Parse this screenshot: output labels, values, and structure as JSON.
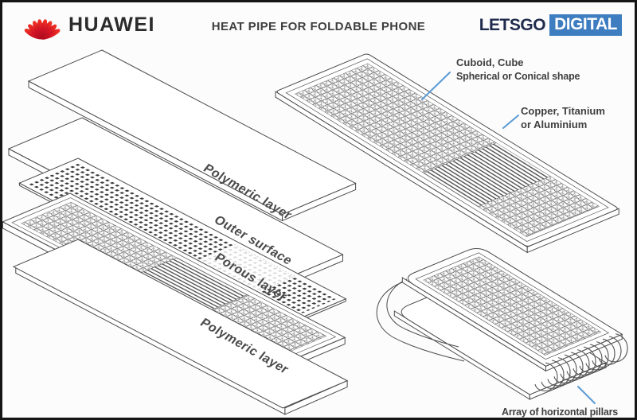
{
  "header": {
    "brand": "HUAWEI",
    "title": "HEAT PIPE FOR FOLDABLE PHONE",
    "logo_badge": {
      "part1": "LETSGO",
      "part2": "DIGITAL"
    }
  },
  "diagram": {
    "layer_labels": [
      {
        "label": "Polymeric layer"
      },
      {
        "label": "Outer surface"
      },
      {
        "label": "Porous layer"
      },
      {
        "label": "Polymeric layer"
      }
    ],
    "annotations": {
      "shapes": {
        "line1": "Cuboid, Cube",
        "line2": "Spherical or Conical shape"
      },
      "materials": {
        "line1": "Copper, Titanium",
        "line2": "or Aluminium"
      },
      "pillars": {
        "line1": "Array of horizontal pillars"
      }
    }
  },
  "colors": {
    "huawei_red": "#cf0a2c",
    "letsgo_navy": "#1e2b4c",
    "letsgo_blue": "#3e7dc0",
    "leader_blue": "#5b9bd5",
    "line_gray": "#4a4a4a"
  }
}
